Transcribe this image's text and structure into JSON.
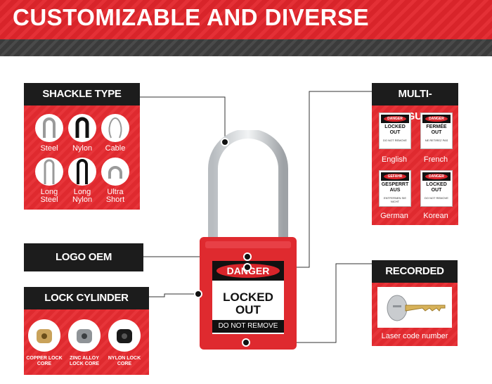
{
  "banner": {
    "title": "CUSTOMIZABLE AND DIVERSE"
  },
  "shackle_type": {
    "title": "SHACKLE TYPE",
    "items": [
      {
        "label": "Steel"
      },
      {
        "label": "Nylon"
      },
      {
        "label": "Cable"
      },
      {
        "label": "Long Steel"
      },
      {
        "label": "Long Nylon"
      },
      {
        "label": "Ultra Short"
      }
    ]
  },
  "logo_oem": {
    "title": "LOGO OEM"
  },
  "lock_cylinder": {
    "title": "LOCK CYLINDER",
    "items": [
      {
        "label": "COPPER LOCK CORE"
      },
      {
        "label": "ZINC ALLOY LOCK CORE"
      },
      {
        "label": "NYLON LOCK CORE"
      }
    ]
  },
  "multi_language": {
    "title": "MULTI-LANGUAGE",
    "tags": [
      {
        "header": "DANGER",
        "line1": "LOCKED",
        "line2": "OUT",
        "line3": "DO NOT REMOVE",
        "language": "English"
      },
      {
        "header": "DANGER",
        "line1": "FERMÉE",
        "line2": "OUT",
        "line3": "NE RETIREZ PAS",
        "language": "French"
      },
      {
        "header": "GEFAHR",
        "line1": "GESPERRT",
        "line2": "AUS",
        "line3": "ENTFERNEN SIE NICHT",
        "language": "German"
      },
      {
        "header": "DANGER",
        "line1": "LOCKED",
        "line2": "OUT",
        "line3": "DO NOT REMOVE",
        "language": "Korean"
      }
    ]
  },
  "recorded_code": {
    "title": "RECORDED CODE",
    "caption": "Laser code number"
  },
  "padlock": {
    "danger": "DANGER",
    "line1": "LOCKED",
    "line2": "OUT",
    "footer": "DO NOT REMOVE"
  },
  "colors": {
    "brand_red": "#df2a2f",
    "dark": "#1c1c1c"
  }
}
